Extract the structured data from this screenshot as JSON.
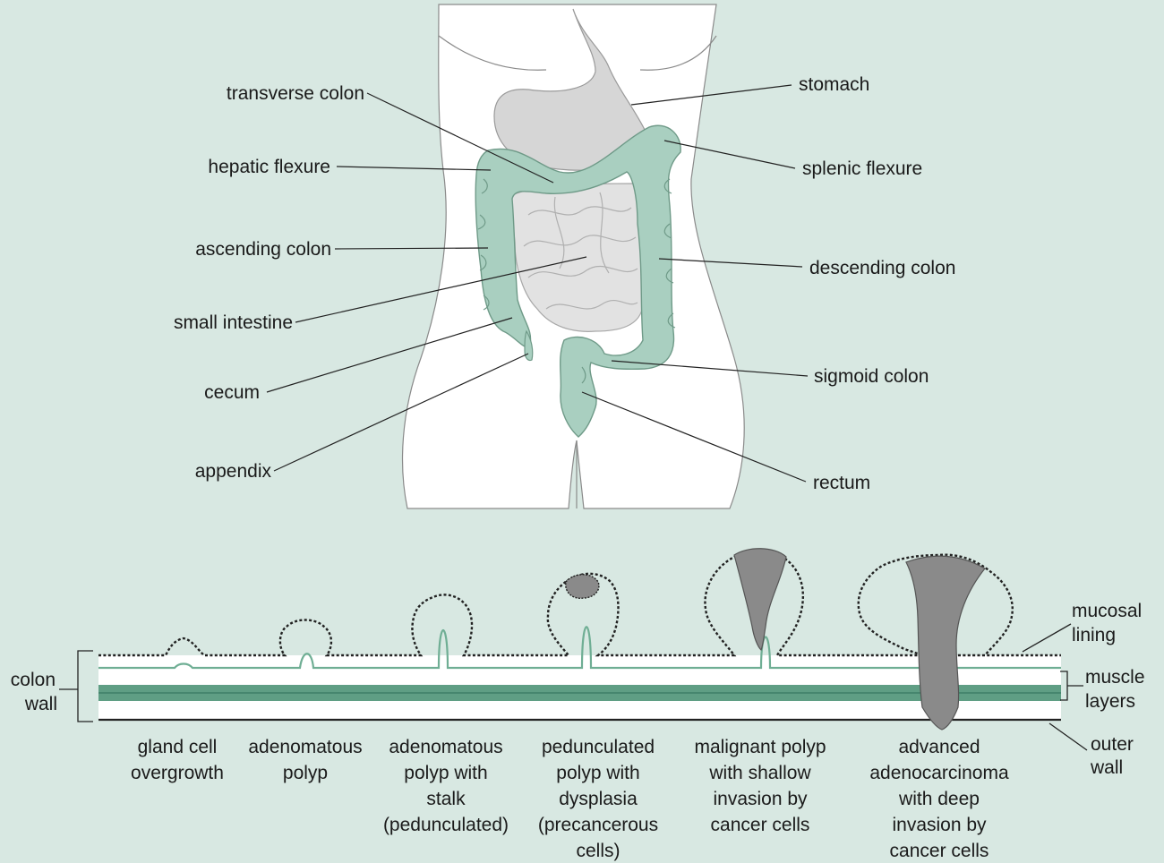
{
  "anatomy": {
    "labels": {
      "transverse_colon": "transverse colon",
      "hepatic_flexure": "hepatic flexure",
      "ascending_colon": "ascending colon",
      "small_intestine": "small intestine",
      "cecum": "cecum",
      "appendix": "appendix",
      "stomach": "stomach",
      "splenic_flexure": "splenic flexure",
      "descending_colon": "descending colon",
      "sigmoid_colon": "sigmoid colon",
      "rectum": "rectum"
    }
  },
  "wall": {
    "colon_wall": [
      "colon",
      "wall"
    ],
    "mucosal_lining": [
      "mucosal",
      "lining"
    ],
    "muscle_layers": [
      "muscle",
      "layers"
    ],
    "outer_wall": [
      "outer",
      "wall"
    ]
  },
  "stages": [
    {
      "lines": [
        "gland cell",
        "overgrowth"
      ]
    },
    {
      "lines": [
        "adenomatous",
        "polyp"
      ]
    },
    {
      "lines": [
        "adenomatous",
        "polyp with",
        "stalk",
        "(pedunculated)"
      ]
    },
    {
      "lines": [
        "pedunculated",
        "polyp with",
        "dysplasia",
        "(precancerous",
        "cells)"
      ]
    },
    {
      "lines": [
        "malignant polyp",
        "with shallow",
        "invasion by",
        "cancer cells"
      ]
    },
    {
      "lines": [
        "advanced",
        "adenocarcinoma",
        "with deep",
        "invasion by",
        "cancer cells"
      ]
    }
  ],
  "colors": {
    "background": "#d8e8e2",
    "colon_fill": "#a9cfc0",
    "colon_stroke": "#6f9a88",
    "stomach_fill": "#d6d6d6",
    "intestine_fill": "#e2e2e2",
    "muscle": "#5f9e84",
    "mucosa_line": "#6fae94",
    "tumor": "#8a8a8a"
  }
}
